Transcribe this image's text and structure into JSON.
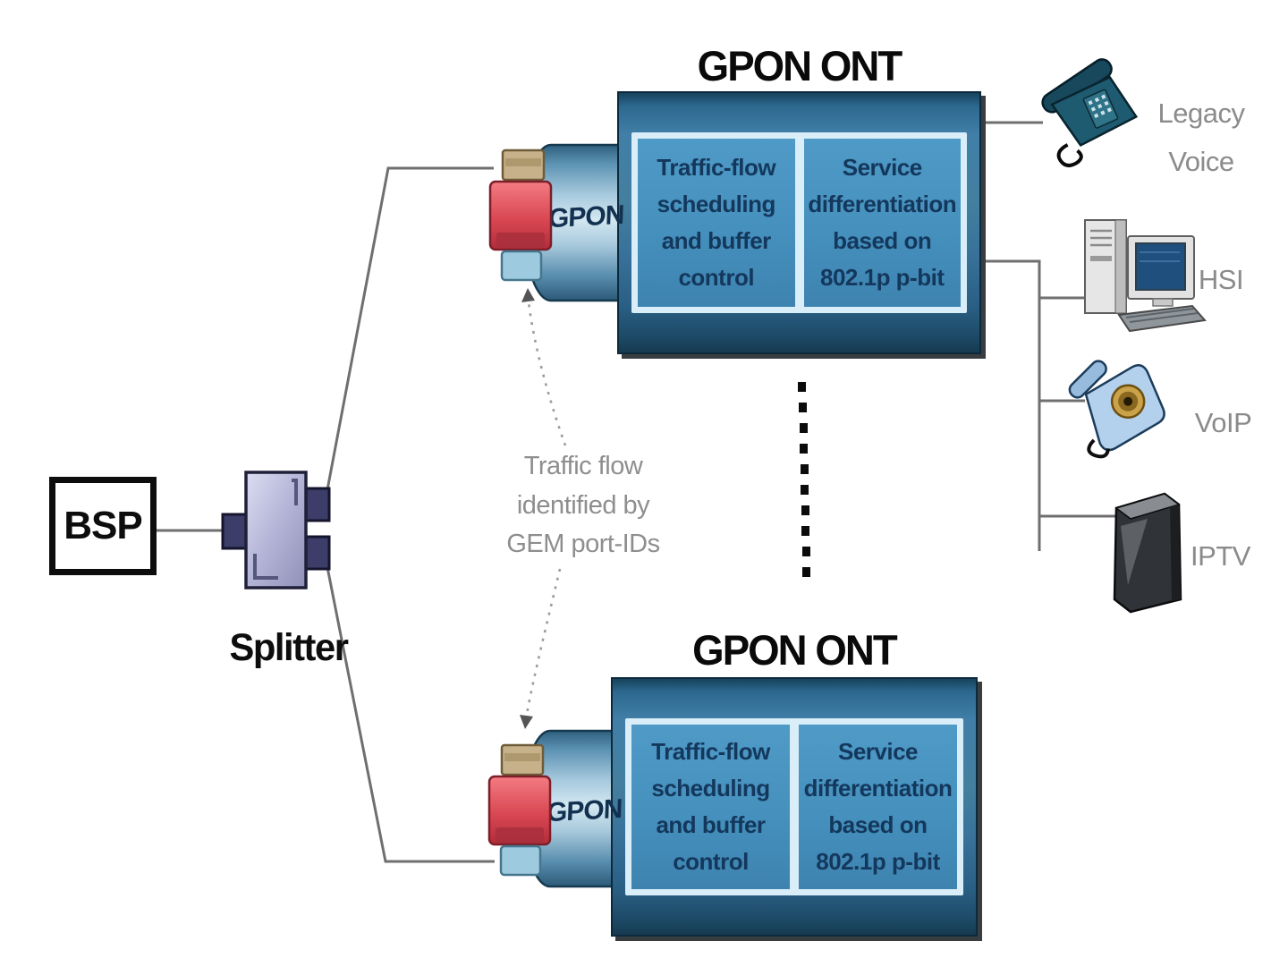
{
  "diagram": {
    "bsp": {
      "label": "BSP"
    },
    "splitter": {
      "label": "Splitter"
    },
    "ont_top": {
      "title": "GPON ONT",
      "port": "GPON",
      "scheduling_module": "Traffic-flow\nscheduling\nand buffer\ncontrol",
      "differentiation_module": "Service\ndifferentiation\nbased on\n802.1p p-bit"
    },
    "ont_bottom": {
      "title": "GPON ONT",
      "port": "GPON",
      "scheduling_module": "Traffic-flow\nscheduling\nand buffer\ncontrol",
      "differentiation_module": "Service\ndifferentiation\nbased on\n802.1p p-bit"
    },
    "annotation": "Traffic flow\nidentified by\nGEM port-IDs",
    "devices": {
      "legacy_voice": {
        "label": "Legacy\nVoice"
      },
      "hsi": {
        "label": "HSI"
      },
      "voip": {
        "label": "VoIP"
      },
      "iptv": {
        "label": "IPTV"
      }
    },
    "colors": {
      "ont_fill": "#3a78a2",
      "module_fill": "#4694c2",
      "module_frame": "#d9eef8",
      "module_text": "#14375c",
      "connector_red": "#d94853",
      "connector_tan": "#c7b18b",
      "connector_blue": "#9dcade",
      "cylinder_highlight": "#d3e7f1",
      "splitter_body": "#b3b4d6",
      "splitter_port": "#3c3d68",
      "line_gray": "#6f6f6f",
      "label_gray": "#8b8b8b",
      "title_black": "#0a0a0a"
    }
  }
}
